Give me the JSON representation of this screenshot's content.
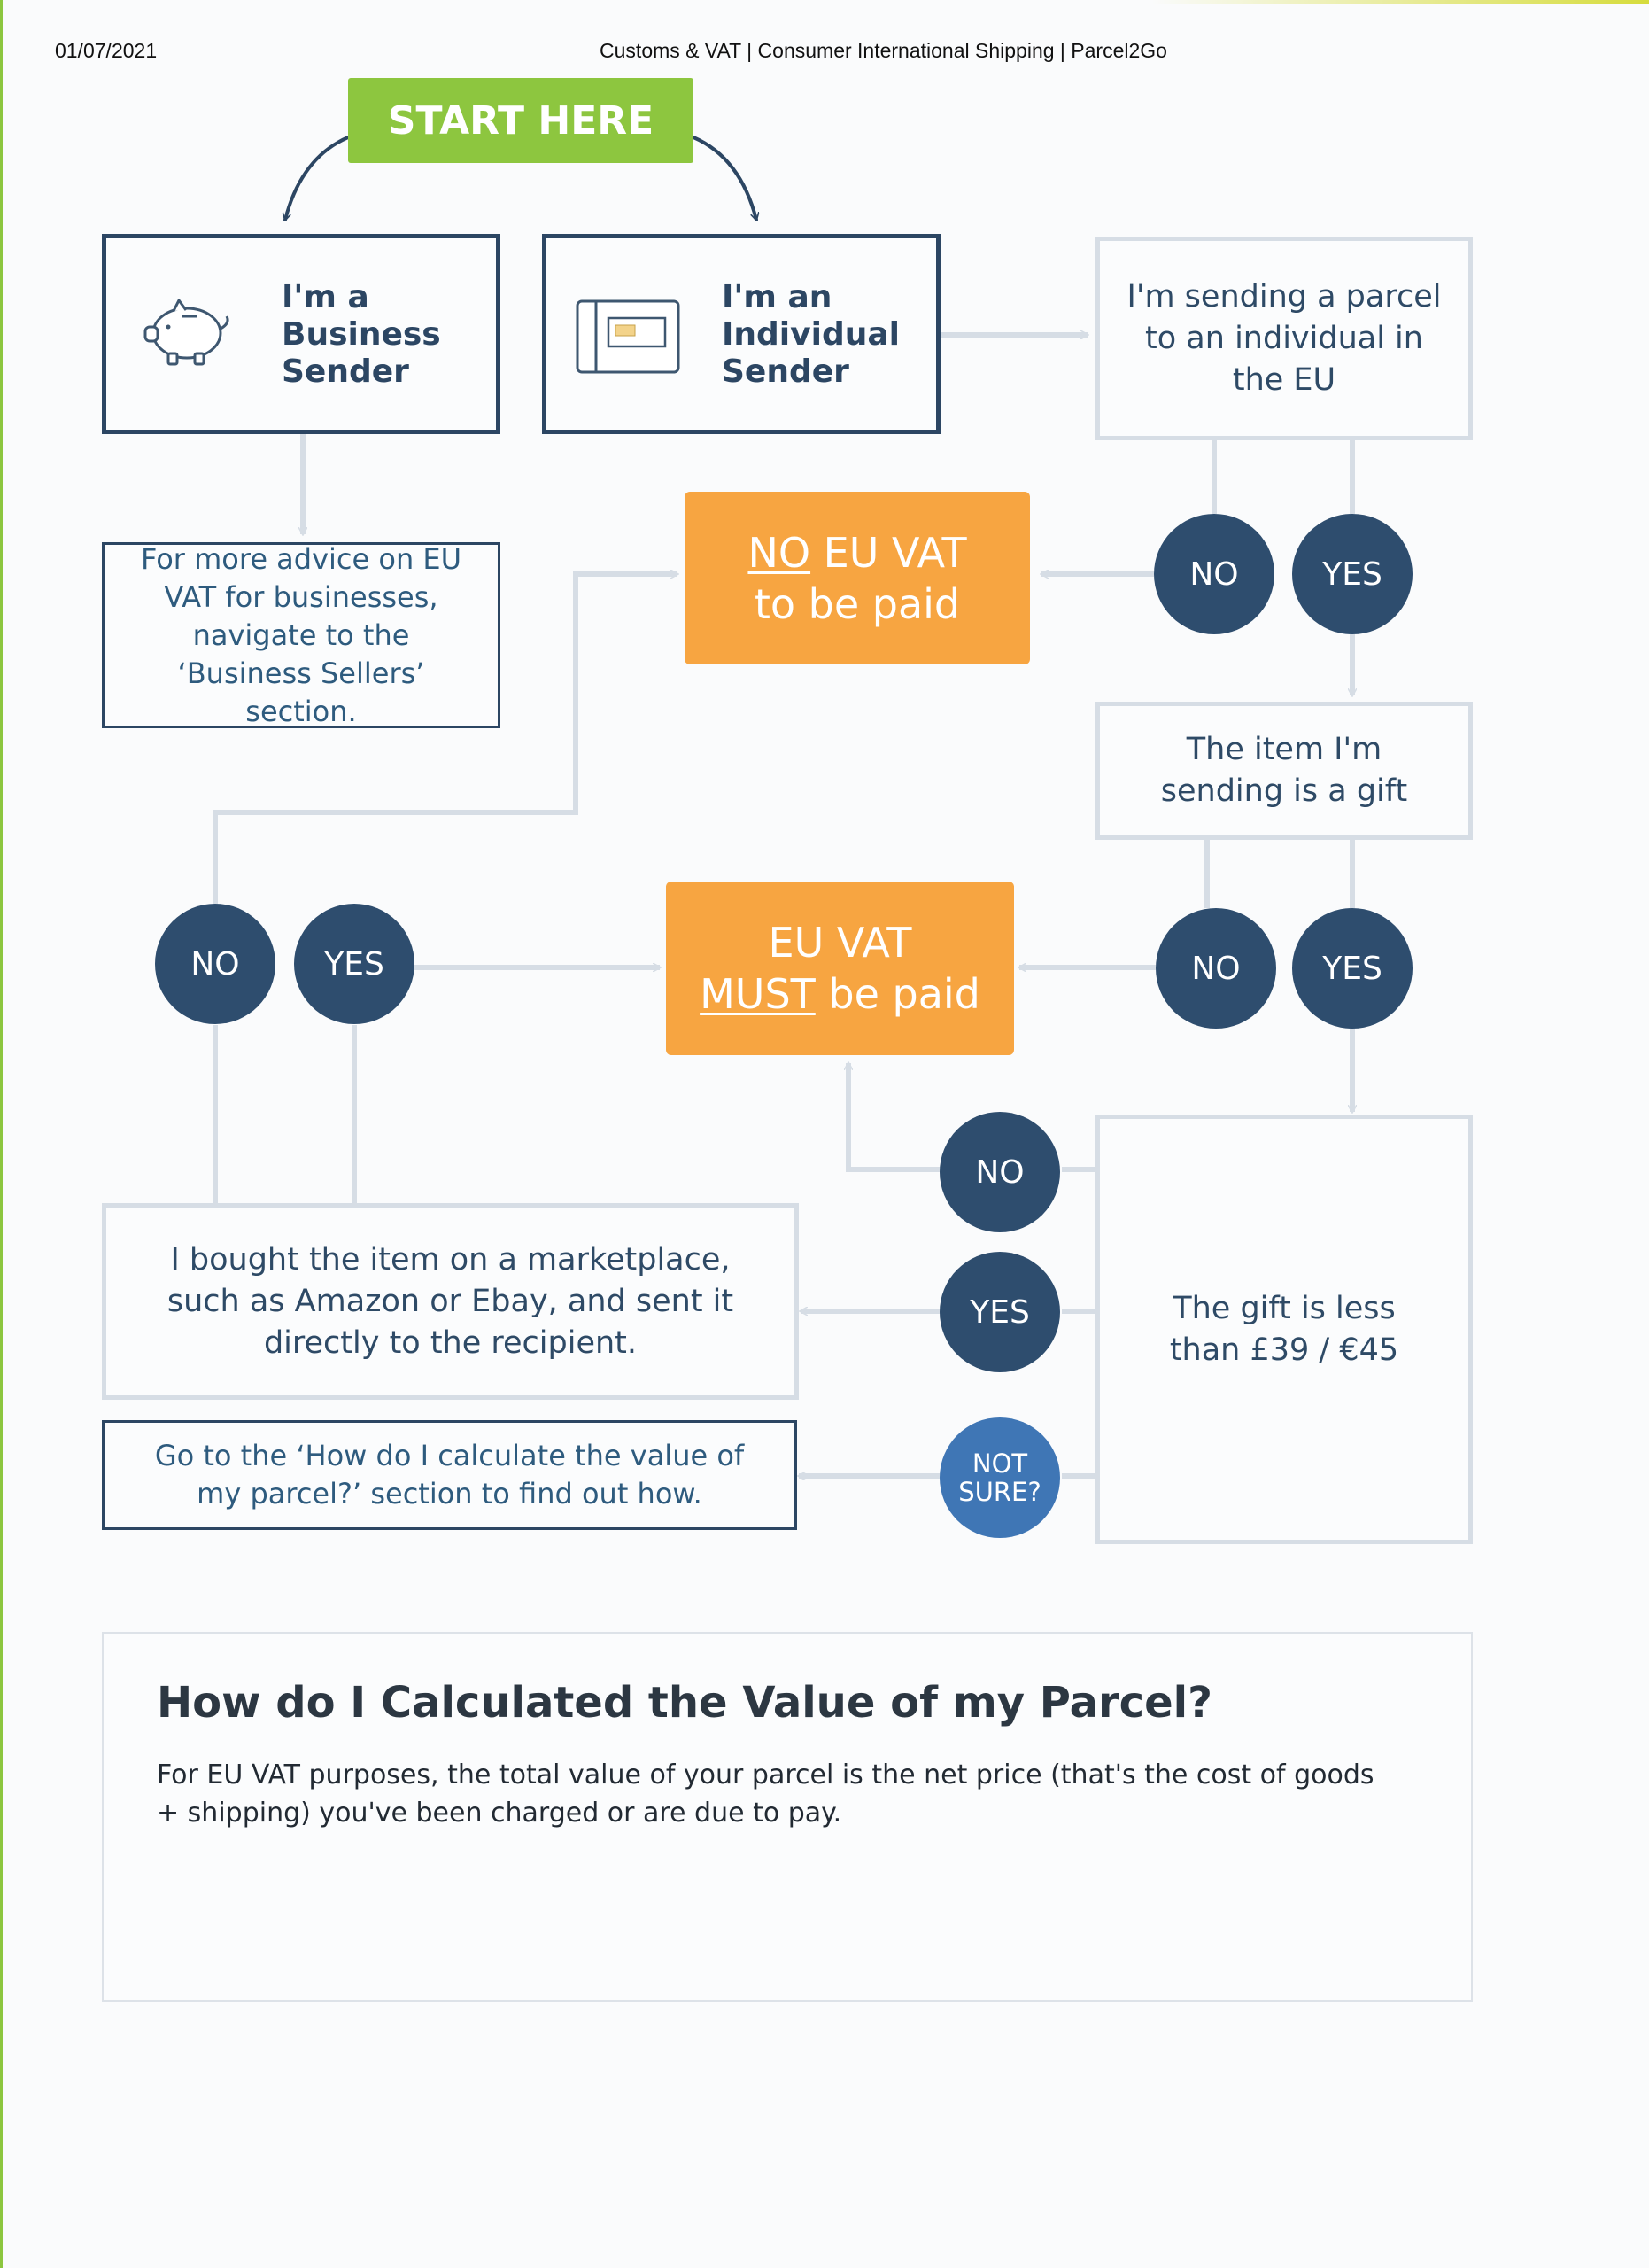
{
  "header": {
    "date": "01/07/2021",
    "title": "Customs & VAT | Consumer International Shipping | Parcel2Go"
  },
  "flowchart": {
    "start": "START HERE",
    "business_sender": {
      "line1": "I'm a",
      "line2": "Business",
      "line3": "Sender",
      "icon": "piggy-bank-icon"
    },
    "individual_sender": {
      "line1": "I'm an",
      "line2": "Individual",
      "line3": "Sender",
      "icon": "id-card-icon"
    },
    "business_advice": "For more advice on EU VAT for businesses, navigate to the ‘Business Sellers’ section.",
    "q_individual_eu": "I'm sending a parcel to an individual in the EU",
    "q_gift": "The item I'm sending is a gift",
    "q_value": "The gift is less than £39 / €45",
    "q_marketplace": "I bought the item on a marketplace, such as Amazon or Ebay, and sent it directly to the recipient.",
    "calc_pointer": "Go to the ‘How do I calculate the value of my parcel?’ section to find out how.",
    "no_vat": {
      "emphasis": "NO",
      "rest": " EU VAT",
      "line2": "to be paid"
    },
    "must_vat": {
      "line1": "EU VAT",
      "emphasis": "MUST",
      "rest": " be paid"
    },
    "answers": {
      "no": "NO",
      "yes": "YES",
      "not_sure_1": "NOT",
      "not_sure_2": "SURE?"
    },
    "colors": {
      "navy": "#2c4663",
      "green": "#8dc63f",
      "orange": "#f7a541",
      "unsure_blue": "#3f76b5",
      "connector": "#d6dde5"
    }
  },
  "calc_section": {
    "heading": "How do I Calculated the Value of my Parcel?",
    "body": "For EU VAT purposes, the total value of your parcel is the net price (that's the cost of goods + shipping) you've been charged or are due to pay."
  }
}
